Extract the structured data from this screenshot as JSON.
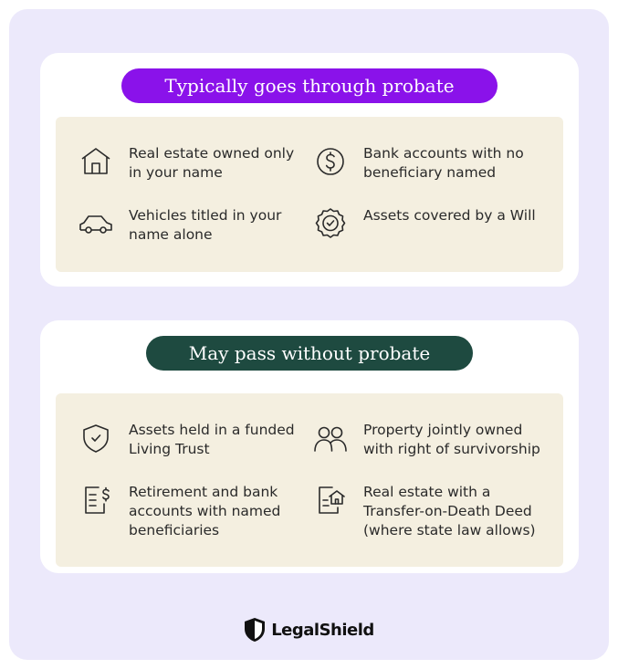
{
  "colors": {
    "outer_bg": "#ece9fb",
    "card_bg": "#ffffff",
    "panel_bg": "#f4efe0",
    "pill_probate": "#8a12ea",
    "pill_no_probate": "#1e4a40",
    "icon_stroke": "#2a2a2a"
  },
  "sections": {
    "probate": {
      "title": "Typically goes through probate",
      "items": [
        {
          "icon": "house-icon",
          "label": "Real estate owned only in your name"
        },
        {
          "icon": "dollar-coin-icon",
          "label": "Bank accounts with no beneficiary named"
        },
        {
          "icon": "car-icon",
          "label": "Vehicles titled in your name alone"
        },
        {
          "icon": "seal-check-icon",
          "label": "Assets covered by a Will"
        }
      ]
    },
    "no_probate": {
      "title": "May pass without probate",
      "items": [
        {
          "icon": "shield-check-icon",
          "label": "Assets held in a funded Living Trust"
        },
        {
          "icon": "people-icon",
          "label": "Property jointly owned with right of survivorship"
        },
        {
          "icon": "document-dollar-icon",
          "label": "Retirement and bank accounts with named beneficiaries"
        },
        {
          "icon": "document-house-icon",
          "label": "Real estate with a Transfer-on-Death Deed (where state law allows)"
        }
      ]
    }
  },
  "footer": {
    "brand": "LegalShield",
    "logo_icon": "shield-logo-icon"
  }
}
